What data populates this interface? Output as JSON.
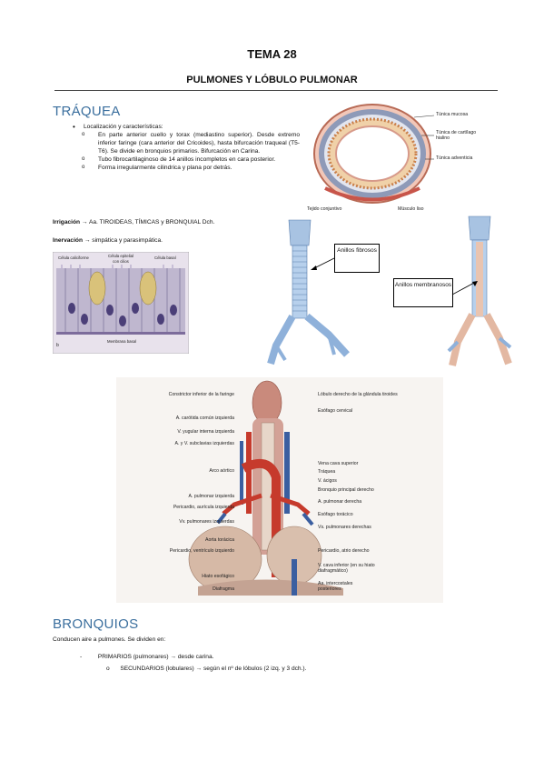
{
  "header": {
    "title": "TEMA 28",
    "subtitle": "PULMONES Y LÓBULO PULMONAR"
  },
  "traquea": {
    "heading": "TRÁQUEA",
    "bullet": "Localización y características:",
    "subitems": [
      "En parte anterior cuello y torax (mediastino superior). Desde extremo inferior faringe (cara anterior del Cricoides), hasta bifurcación traqueal (T5-T6). Se divide en bronquios primarios. Bifurcación en Carina.",
      "Tubo fibrocartilaginoso de 14 anillos incompletos en cara posterior.",
      "Forma irregularmente cilindrica y plana por detrás."
    ],
    "irrigacion_label": "Irrigación",
    "irrigacion_text": "Aa. TIROIDEAS, TÍMICAS y BRONQUIAL Dch.",
    "inervacion_label": "Inervación",
    "inervacion_text": "simpática y parasimpática.",
    "arrow": "→"
  },
  "cross_section": {
    "labels": [
      "Túnica mucosa",
      "Túnica de cartílago hialino",
      "Túnica adventicia",
      "Tejido conjuntivo",
      "Músculo liso"
    ]
  },
  "epithelium": {
    "labels": [
      "Célula caliciforme",
      "Célula epitelial con cilios",
      "Célula basal",
      "Membrana basal",
      "b"
    ]
  },
  "trachea_callouts": {
    "anillos_fibrosos": "Anillos fibrosos",
    "anillos_membranosos": "Anillos membranosos"
  },
  "mediastinum": {
    "left_labels": [
      "Constrictor inferior de la faringe",
      "A. carótida común izquierda",
      "V. yugular interna izquierda",
      "A. y V. subclavias izquierdas",
      "Arco aórtico",
      "A. pulmonar izquierda",
      "Pericardio, aurícula izquierda",
      "Vv. pulmonares izquierdas",
      "Aorta torácica",
      "Pericardio, ventrículo izquierdo",
      "Hiato esofágico",
      "Diafragma"
    ],
    "right_labels": [
      "Lóbulo derecho de la glándula tiroides",
      "Esófago cervical",
      "Vena cava superior",
      "Tráquea",
      "V. ácigos",
      "Bronquio principal derecho",
      "A. pulmonar derecha",
      "Esófago torácico",
      "Vs. pulmonares derechas",
      "Pericardio, atrio derecho",
      "V. cava inferior (en su hiato diafragmático)",
      "Aa. intercostales posteriores"
    ]
  },
  "bronquios": {
    "heading": "BRONQUIOS",
    "intro": "Conducen aire a pulmones. Se dividen en:",
    "primarios_label": "PRIMARIOS (pulmonares)",
    "primarios_text": "desde carina.",
    "secundarios_label": "SECUNDARIOS (lobulares)",
    "secundarios_text": "según el nº de lóbulos (2 izq. y 3 dch.).",
    "dash": "-",
    "o_marker": "o"
  }
}
